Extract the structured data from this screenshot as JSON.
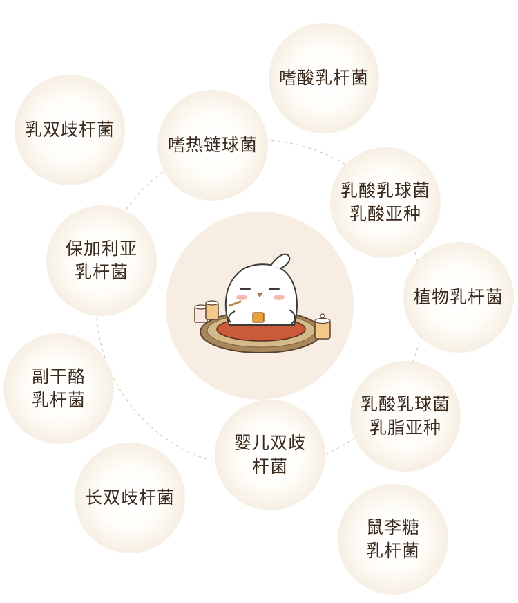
{
  "bubbles": [
    {
      "id": "bubble-acidophilus",
      "lines": "嗜酸乳杆菌"
    },
    {
      "id": "bubble-bifidum",
      "lines": "乳双歧杆菌"
    },
    {
      "id": "bubble-thermophilus",
      "lines": "嗜热链球菌"
    },
    {
      "id": "bubble-lactis",
      "lines": "乳酸乳球菌\n乳酸亚种"
    },
    {
      "id": "bubble-bulgaricus",
      "lines": "保加利亚\n乳杆菌"
    },
    {
      "id": "bubble-plantarum",
      "lines": "植物乳杆菌"
    },
    {
      "id": "bubble-paracasei",
      "lines": "副干酪\n乳杆菌"
    },
    {
      "id": "bubble-cremoris",
      "lines": "乳酸乳球菌\n乳脂亚种"
    },
    {
      "id": "bubble-infantis",
      "lines": "婴儿双歧\n杆菌"
    },
    {
      "id": "bubble-longum",
      "lines": "长双歧杆菌"
    },
    {
      "id": "bubble-rhamnosus",
      "lines": "鼠李糖\n乳杆菌"
    }
  ],
  "colors": {
    "bubble_edge": "#e6d6bf",
    "center_fill": "#f7ede3",
    "text": "#3a2a1e",
    "orbit_line": "#d9c9b1"
  },
  "center": {
    "icon": "mascot-eating-yogurt-icon"
  }
}
